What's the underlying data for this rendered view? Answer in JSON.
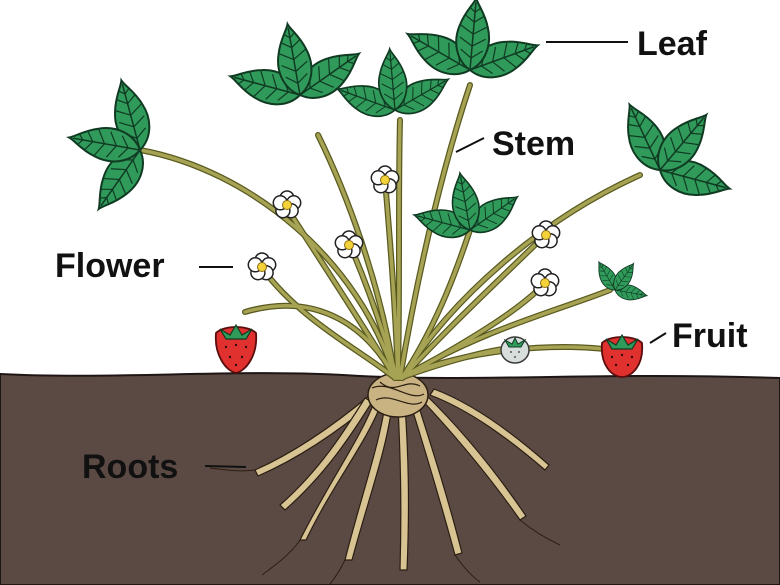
{
  "labels": {
    "leaf": "Leaf",
    "stem": "Stem",
    "flower": "Flower",
    "fruit": "Fruit",
    "roots": "Roots"
  },
  "colors": {
    "soil": "#5b4a44",
    "leaf": "#2f9a5a",
    "leaf_vein": "#103a22",
    "stem": "#8d8a3c",
    "fruit": "#e0312f",
    "unripe_fruit": "#d7dedc",
    "root": "#d8c393",
    "flower_petal": "#ffffff",
    "flower_center": "#f3d23a",
    "label_text": "#111111",
    "leader_line": "#111111"
  },
  "icons": [
    "strawberry-plant-illustration"
  ]
}
